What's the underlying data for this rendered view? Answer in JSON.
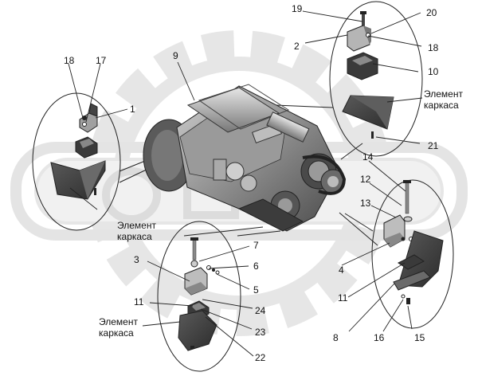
{
  "callouts": {
    "n1": "1",
    "n2": "2",
    "n3": "3",
    "n4": "4",
    "n5": "5",
    "n6": "6",
    "n7": "7",
    "n8": "8",
    "n9": "9",
    "n10": "10",
    "n11a": "11",
    "n11b": "11",
    "n12": "12",
    "n13": "13",
    "n14": "14",
    "n15": "15",
    "n16": "16",
    "n17": "17",
    "n18a": "18",
    "n18b": "18",
    "n19": "19",
    "n20": "20",
    "n21": "21",
    "n22": "22",
    "n23": "23",
    "n24": "24"
  },
  "captions": {
    "frame_line1": "Элемент",
    "frame_line2": "каркаса"
  },
  "colors": {
    "watermark": "#e6e6e6",
    "part_dark": "#3c3c3c",
    "part_mid": "#8a8a8a",
    "part_light": "#c4c4c4",
    "line": "#222222"
  }
}
